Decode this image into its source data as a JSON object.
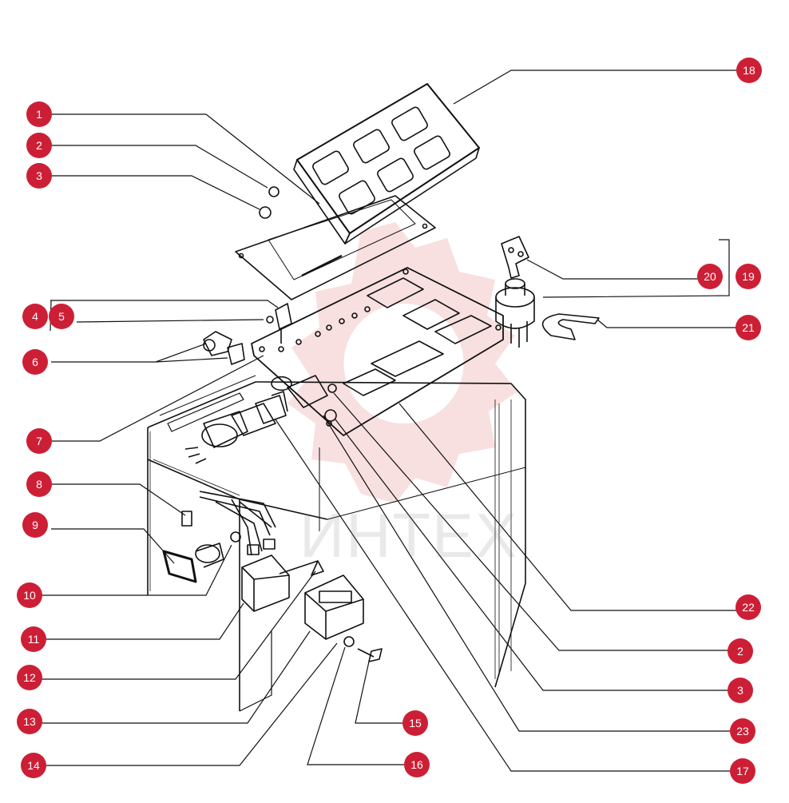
{
  "watermark": {
    "text": "ИНТЕХ",
    "gear_color": "#f3c7c7"
  },
  "colors": {
    "callout": "#cc1f36",
    "callout_text": "#ffffff",
    "line": "#111111"
  },
  "callouts": [
    "1",
    "2",
    "3",
    "4",
    "5",
    "6",
    "7",
    "8",
    "9",
    "10",
    "11",
    "12",
    "13",
    "14",
    "15",
    "16",
    "17",
    "18",
    "19",
    "20",
    "21",
    "22",
    "2",
    "3",
    "23"
  ]
}
